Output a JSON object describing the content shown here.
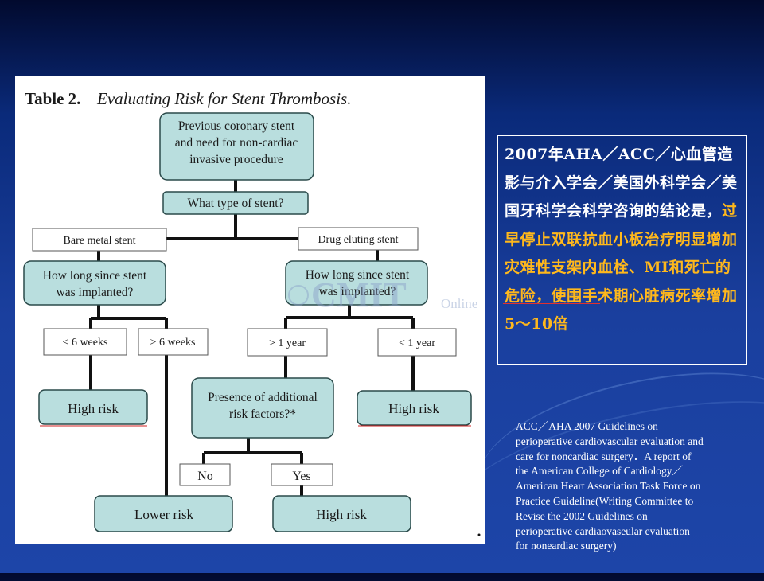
{
  "table": {
    "label": "Table 2.",
    "title": "Evaluating Risk for Stent Thrombosis."
  },
  "nodes": {
    "start": [
      "Previous coronary stent",
      "and need for non-cardiac",
      "invasive procedure"
    ],
    "stent_type": "What type of stent?",
    "bare_metal": "Bare metal stent",
    "drug_eluting": "Drug eluting stent",
    "how_long_left": [
      "How long since stent",
      "was implanted?"
    ],
    "how_long_right": [
      "How long since stent",
      "was implanted?"
    ],
    "lt6weeks": "< 6 weeks",
    "gt6weeks": "> 6 weeks",
    "gt1year": "> 1 year",
    "lt1year": "< 1 year",
    "high_risk_left": "High risk",
    "additional_risk": [
      "Presence of additional",
      "risk factors?*"
    ],
    "high_risk_right": "High risk",
    "no": "No",
    "yes": "Yes",
    "lower_risk": "Lower risk",
    "high_risk_bottom": "High risk"
  },
  "watermark": {
    "logo": "CMIT",
    "suffix": "Online"
  },
  "conclusion": {
    "normal": "2007年AHA／ACC／心血管造影与介入学会／美国外科学会／美国牙科学会科学咨询的结论是，",
    "highlight": "过早停止双联抗血小板治疗明显增加灾难性支架内血栓、MI和死亡的危险，使围手术期心脏病死率增加5～10倍"
  },
  "citation": [
    "ACC／AHA 2007 Guidelines on",
    "perioperative cardiovascular evaluation and",
    "care for noncardiac surgery．A report of",
    "the American College of Cardiology／",
    "American Heart Association Task Force on",
    "Practice Guideline(Writing Committee to",
    "Revise the 2002 Guidelines on",
    "perioperative cardiaovaseular evaluation",
    "for noneardiac surgery)"
  ],
  "colors": {
    "node_fill": "#b9dede",
    "node_stroke": "#2a4a4a",
    "connector": "#111111",
    "highlight_text": "#ffb81c"
  }
}
